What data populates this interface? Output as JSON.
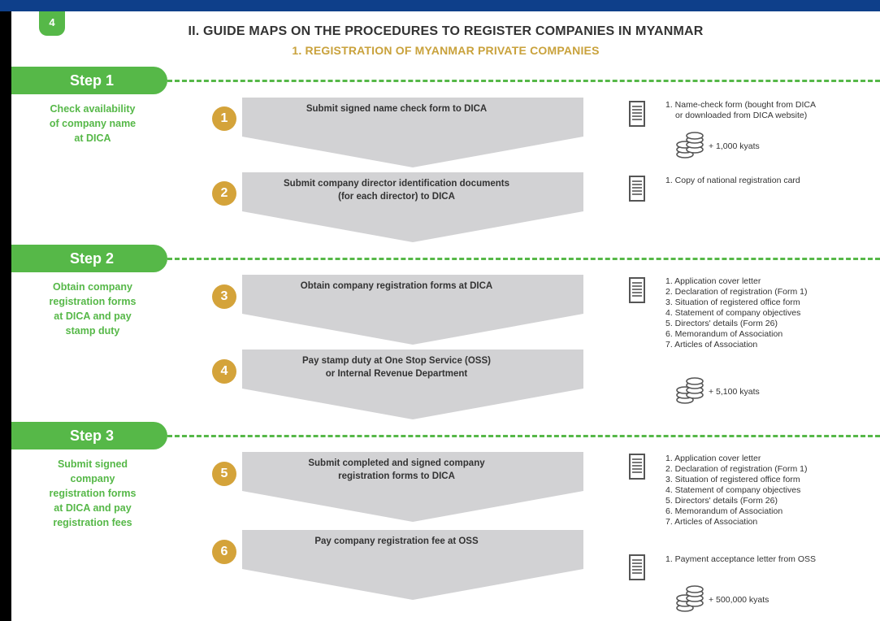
{
  "header": {
    "badge": "4",
    "title": "II. GUIDE MAPS ON THE PROCEDURES TO REGISTER COMPANIES IN MYANMAR",
    "subtitle": "1. REGISTRATION OF MYANMAR PRIVATE COMPANIES"
  },
  "colors": {
    "green": "#56b848",
    "gold": "#d4a33a",
    "arrow_gray": "#d2d2d4",
    "title_blue_strip": "#0e3f8a"
  },
  "steps": [
    {
      "label": "Step 1",
      "description": [
        "Check availability",
        "of company name",
        "at DICA"
      ]
    },
    {
      "label": "Step 2",
      "description": [
        "Obtain company",
        "registration forms",
        "at DICA and pay",
        "stamp duty"
      ]
    },
    {
      "label": "Step 3",
      "description": [
        "Submit signed",
        "company",
        "registration forms",
        "at DICA and pay",
        "registration fees"
      ]
    }
  ],
  "actions": [
    {
      "number": "1",
      "text": [
        "Submit signed name check form to DICA"
      ]
    },
    {
      "number": "2",
      "text": [
        "Submit company director identification documents",
        "(for each director) to DICA"
      ]
    },
    {
      "number": "3",
      "text": [
        "Obtain company registration forms at DICA"
      ]
    },
    {
      "number": "4",
      "text": [
        "Pay stamp duty at One Stop Service (OSS)",
        "or Internal Revenue Department"
      ]
    },
    {
      "number": "5",
      "text": [
        "Submit completed and signed company",
        "registration forms to DICA"
      ]
    },
    {
      "number": "6",
      "text": [
        "Pay company registration fee at OSS"
      ]
    }
  ],
  "documents": {
    "a1": [
      "1. Name-check form (bought from DICA",
      "   or downloaded from DICA website)"
    ],
    "a2": [
      "1. Copy of national registration card"
    ],
    "a3": [
      "1. Application cover letter",
      "2. Declaration of registration (Form 1)",
      "3. Situation of registered office form",
      "4. Statement of company objectives",
      "5. Directors' details (Form 26)",
      "6. Memorandum of Association",
      "7. Articles of Association"
    ],
    "a5": [
      "1. Application cover letter",
      "2. Declaration of registration (Form 1)",
      "3. Situation of registered office form",
      "4. Statement of company objectives",
      "5. Directors' details (Form 26)",
      "6. Memorandum of Association",
      "7. Articles of Association"
    ],
    "a6": [
      "1. Payment acceptance letter from OSS"
    ]
  },
  "fees": {
    "a1": "+ 1,000 kyats",
    "a4": "+ 5,100 kyats",
    "a6": "+ 500,000 kyats"
  },
  "icons": {
    "document": "document-icon",
    "coins": "coins-icon"
  }
}
